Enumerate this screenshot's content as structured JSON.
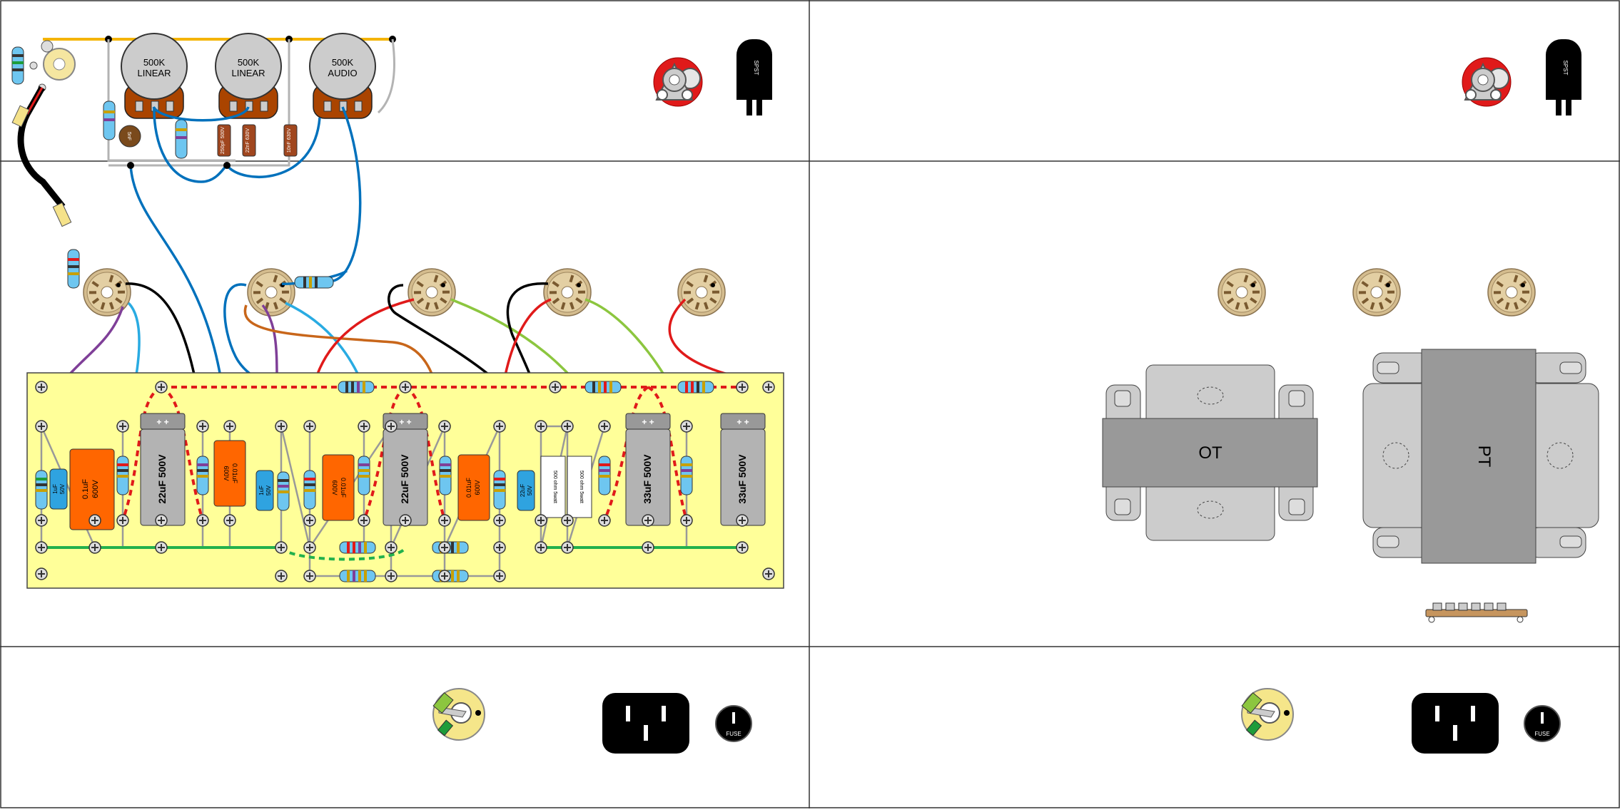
{
  "pots": [
    {
      "value": "500K",
      "taper": "LINEAR"
    },
    {
      "value": "500K",
      "taper": "LINEAR"
    },
    {
      "value": "500K",
      "taper": "AUDIO"
    }
  ],
  "switch": {
    "label": "SPST"
  },
  "filter_caps": [
    {
      "label": "22uF 500V",
      "terminals": "+ +"
    },
    {
      "label": "22uF 500V",
      "terminals": "+ +"
    },
    {
      "label": "33uF 500V",
      "terminals": "+ +"
    },
    {
      "label": "33uF 500V",
      "terminals": "+ +"
    }
  ],
  "coupling_caps": [
    {
      "value": "0.1uF",
      "voltage": "600V"
    },
    {
      "value": "0.01uF",
      "voltage": "600V"
    },
    {
      "value": "0.01uF",
      "voltage": "600V"
    },
    {
      "value": "0.01uF",
      "voltage": "600V"
    }
  ],
  "small_caps": [
    {
      "value": "1uF",
      "voltage": "50V"
    },
    {
      "value": "1uF",
      "voltage": "50V"
    },
    {
      "value": "22uF",
      "voltage": "50V"
    }
  ],
  "power_resistors": [
    {
      "label": "500 ohm 5watt"
    },
    {
      "label": "500 ohm 5watt"
    }
  ],
  "tone_caps": [
    {
      "label": "5nF"
    },
    {
      "label": "250pF 500V"
    },
    {
      "label": "22nF 630V"
    },
    {
      "label": "10nF 630V"
    }
  ],
  "transformers": {
    "output": "OT",
    "power": "PT"
  },
  "fuse": {
    "label": "FUSE"
  },
  "colors": {
    "board": "#ffff99",
    "coupling_cap": "#ff6600",
    "filter_cap": "#b3b3b3",
    "tube_socket": "#d4bc8e",
    "pot_body": "#cccccc",
    "pot_lugs": "#aa4400",
    "wire_blue": "#0071bc",
    "wire_cyan": "#29abe2",
    "wire_purple": "#7f3f98",
    "wire_red": "#e01a1a",
    "wire_green_light": "#8cc63f",
    "wire_orange": "#c8661a",
    "wire_ground": "#22b14c",
    "wire_heater": "#e0201a",
    "wire_yellow": "#f4b400",
    "transformer_core": "#999999",
    "transformer_bell": "#cccccc",
    "iec_inlet": "#000000"
  }
}
